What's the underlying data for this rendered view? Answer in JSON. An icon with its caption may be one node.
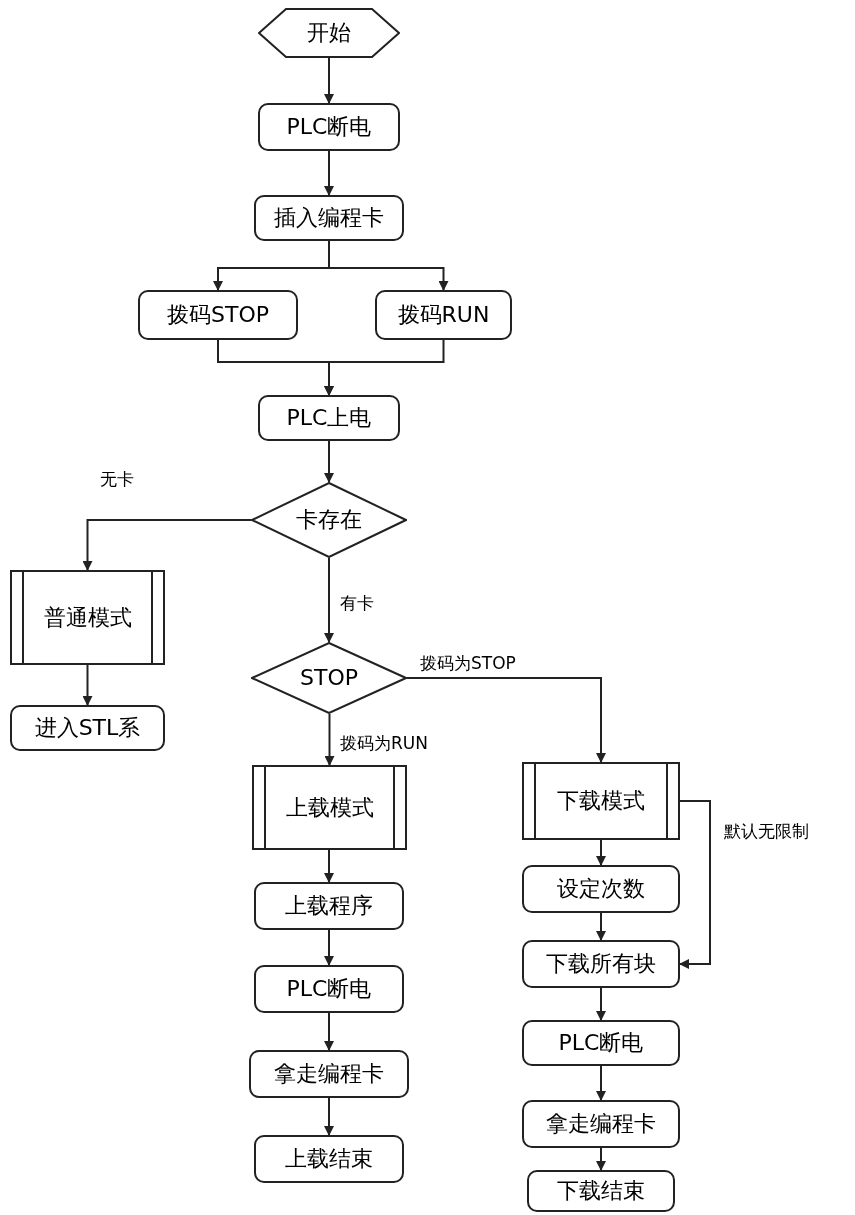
{
  "diagram": {
    "nodes": [
      {
        "text": [
          "开始"
        ]
      },
      {
        "text": [
          "PLC断电"
        ]
      },
      {
        "text": [
          "插入编程卡"
        ]
      },
      {
        "text": [
          "拨码STOP"
        ]
      },
      {
        "text": [
          "拨码RUN"
        ]
      },
      {
        "text": [
          "PLC上电"
        ]
      },
      {
        "text": [
          "卡存在"
        ]
      },
      {
        "text": [
          "普通模式"
        ]
      },
      {
        "text": [
          "进入STL系"
        ]
      },
      {
        "text": [
          "STOP"
        ]
      },
      {
        "text": [
          "上载模式"
        ]
      },
      {
        "text": [
          "上载程序"
        ]
      },
      {
        "text": [
          "PLC断电"
        ]
      },
      {
        "text": [
          "拿走编程卡"
        ]
      },
      {
        "text": [
          "上载结束"
        ]
      },
      {
        "text": [
          "下载模式"
        ]
      },
      {
        "text": [
          "设定次数"
        ]
      },
      {
        "text": [
          "下载所有块"
        ]
      },
      {
        "text": [
          "PLC断电"
        ]
      },
      {
        "text": [
          "拿走编程卡"
        ]
      },
      {
        "text": [
          "下载结束"
        ]
      }
    ],
    "edges": [
      {
        "from": 0,
        "to": 1,
        "arrow": "to"
      },
      {
        "from": 1,
        "to": 2,
        "arrow": "to"
      },
      {
        "from": 2,
        "to": 3,
        "arrow": "to"
      },
      {
        "from": 2,
        "to": 4,
        "arrow": "to"
      },
      {
        "from": 3,
        "to": 5,
        "arrow": "to"
      },
      {
        "from": 4,
        "to": 5,
        "arrow": "to"
      },
      {
        "from": 5,
        "to": 6,
        "arrow": "to"
      },
      {
        "from": 6,
        "to": 7,
        "arrow": "to",
        "label": "无卡"
      },
      {
        "from": 6,
        "to": 9,
        "arrow": "to",
        "label": "有卡"
      },
      {
        "from": 7,
        "to": 8,
        "arrow": "to"
      },
      {
        "from": 9,
        "to": 15,
        "arrow": "to",
        "label": "拨码为STOP"
      },
      {
        "from": 9,
        "to": 10,
        "arrow": "to",
        "label": "拨码为RUN"
      },
      {
        "from": 10,
        "to": 11,
        "arrow": "to"
      },
      {
        "from": 11,
        "to": 12,
        "arrow": "to"
      },
      {
        "from": 12,
        "to": 13,
        "arrow": "to"
      },
      {
        "from": 13,
        "to": 14,
        "arrow": "to"
      },
      {
        "from": 15,
        "to": 16,
        "arrow": "to"
      },
      {
        "from": 16,
        "to": 17,
        "arrow": "to"
      },
      {
        "from": 15,
        "to": 17,
        "arrow": "to",
        "label": "默认无限制"
      },
      {
        "from": 17,
        "to": 18,
        "arrow": "to"
      },
      {
        "from": 18,
        "to": 19,
        "arrow": "to"
      },
      {
        "from": 19,
        "to": 20,
        "arrow": "to"
      }
    ]
  }
}
